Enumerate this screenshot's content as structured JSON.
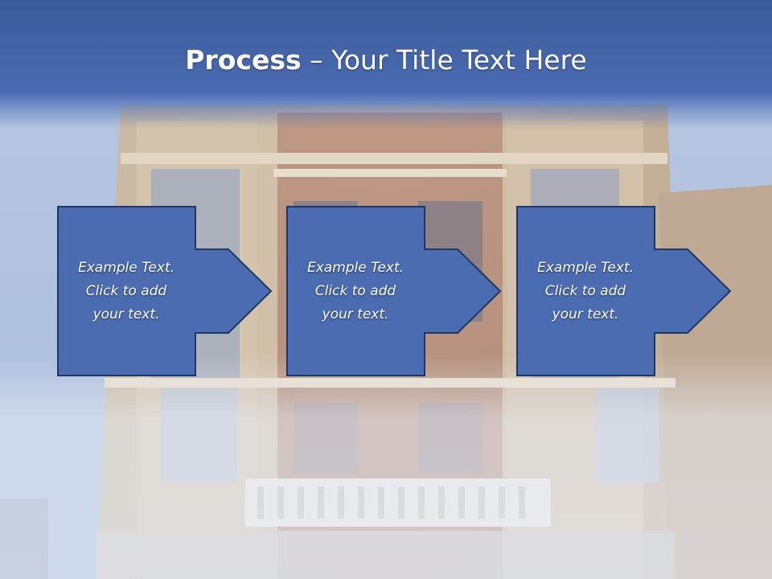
{
  "slide": {
    "title_bold": "Process",
    "title_rest": " – Your Title Text Here"
  },
  "steps": [
    {
      "text": "Example Text.\nClick  to add\nyour text."
    },
    {
      "text": "Example Text.\nClick  to add\nyour text."
    },
    {
      "text": "Example Text.\nClick  to add\nyour text."
    }
  ],
  "colors": {
    "box_fill": "#4b6cb1",
    "box_stroke": "#1f3763",
    "title_band": "#3e5f9f",
    "text": "#ffffff"
  }
}
